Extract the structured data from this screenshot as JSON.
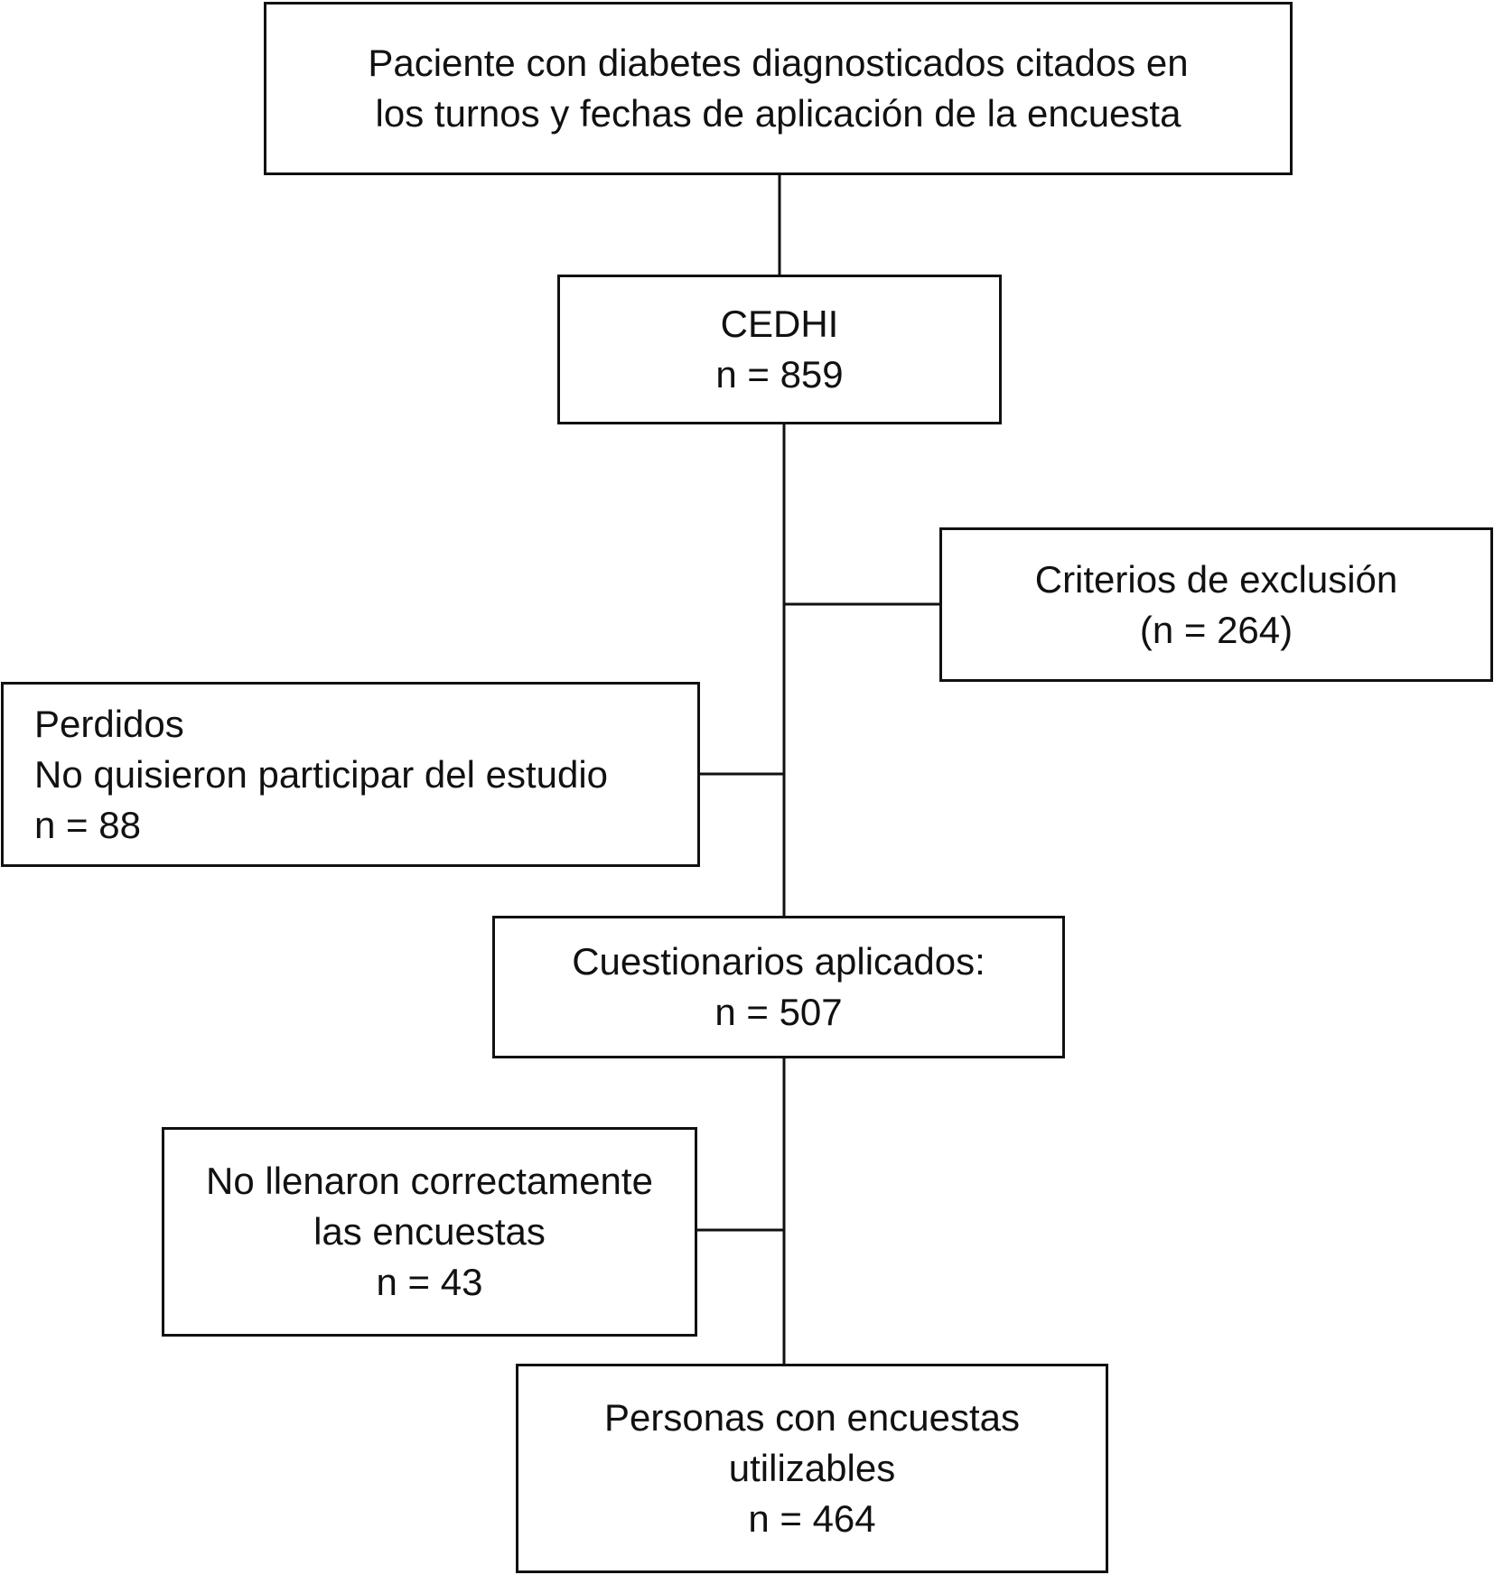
{
  "diagram": {
    "nodes": {
      "patients": {
        "lines": [
          "Paciente con diabetes diagnosticados citados en",
          "los turnos y fechas de aplicación de la encuesta"
        ]
      },
      "cedhi": {
        "lines": [
          "CEDHI",
          "n = 859"
        ]
      },
      "exclusion": {
        "lines": [
          "Criterios de exclusión",
          "(n = 264)"
        ]
      },
      "lost": {
        "lines": [
          "Perdidos",
          "No quisieron participar del estudio",
          "n = 88"
        ]
      },
      "applied": {
        "lines": [
          "Cuestionarios aplicados:",
          "n = 507"
        ]
      },
      "incorrect": {
        "lines": [
          "No llenaron correctamente",
          "las encuestas",
          "n = 43"
        ]
      },
      "usable": {
        "lines": [
          "Personas con encuestas",
          "utilizables",
          "n = 464"
        ]
      }
    },
    "edges": [
      {
        "from": "patients",
        "to": "cedhi"
      },
      {
        "from": "cedhi",
        "to": "exclusion"
      },
      {
        "from": "cedhi",
        "to": "lost"
      },
      {
        "from": "cedhi",
        "to": "applied"
      },
      {
        "from": "applied",
        "to": "incorrect"
      },
      {
        "from": "applied",
        "to": "usable"
      }
    ]
  }
}
